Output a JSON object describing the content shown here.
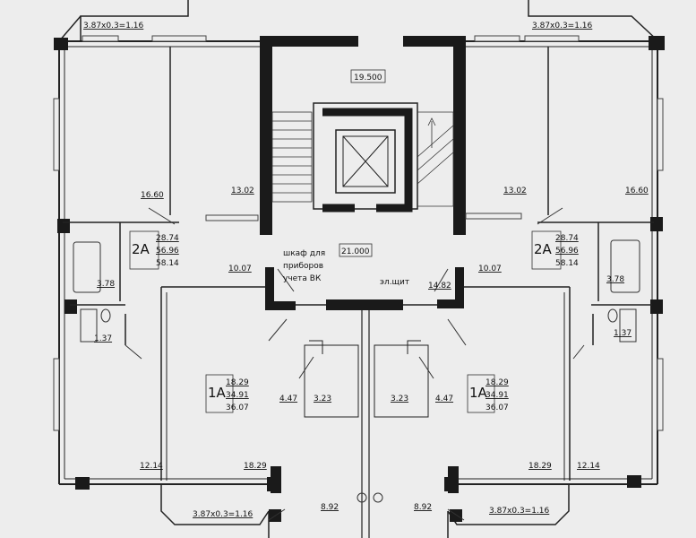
{
  "balcony_labels": {
    "top_left": "3.87x0.3=1.16",
    "top_right": "3.87x0.3=1.16",
    "bottom_left": "3.87x0.3=1.16",
    "bottom_right": "3.87x0.3=1.16"
  },
  "elevation_top": "19.500",
  "elevation_mid": "21.000",
  "cabinet_label": [
    "шкаф для",
    "приборов",
    "учета ВК"
  ],
  "service_label": "эл.щит",
  "rooms": {
    "left_room_big": "16.60",
    "left_kitchen": "13.02",
    "left_corridor": "10.07",
    "left_bath": "3.78",
    "left_wc": "1.37",
    "right_room_big": "16.60",
    "right_kitchen": "13.02",
    "right_corridor": "10.07",
    "right_bath": "3.78",
    "right_wc": "1.37",
    "hall": "14.82",
    "left_bottom_room": "12.14",
    "left_bottom_room2": "18.29",
    "right_bottom_room": "18.29",
    "right_bottom_room2": "12.14",
    "left_hall": "4.47",
    "right_hall": "4.47",
    "left_sanuzel": "3.23",
    "right_sanuzel": "3.23",
    "left_loggia": "8.92",
    "right_loggia": "8.92"
  },
  "units": {
    "left_2a": {
      "type": "2A",
      "living": "28.74",
      "total": "56.96",
      "with_loggia": "58.14"
    },
    "right_2a": {
      "type": "2A",
      "living": "28.74",
      "total": "56.96",
      "with_loggia": "58.14"
    },
    "left_1a": {
      "type": "1A",
      "living": "18.29",
      "total": "34.91",
      "with_loggia": "36.07"
    },
    "right_1a": {
      "type": "1A",
      "living": "18.29",
      "total": "34.91",
      "with_loggia": "36.07"
    }
  }
}
